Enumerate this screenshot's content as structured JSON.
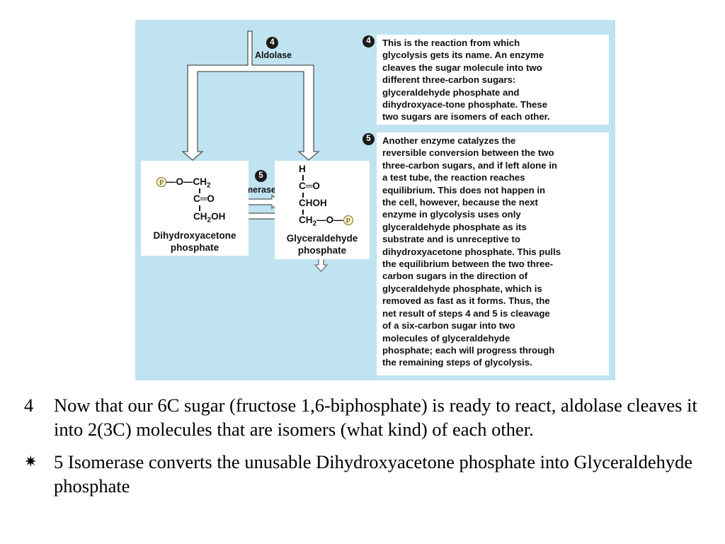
{
  "figure": {
    "step4_number": "4",
    "step5_number": "5",
    "enzyme_aldolase": "Aldolase",
    "enzyme_isomerase": "Isomerase",
    "panel4_number": "4",
    "panel4_lines": [
      "This is the reaction from which",
      "glycolysis gets its name. An enzyme",
      "cleaves the sugar molecule into two",
      "different three-carbon sugars:",
      "glyceraldehyde phosphate and",
      "dihydroxyace-tone phosphate. These",
      "two sugars are isomers of each other."
    ],
    "panel5_number": "5",
    "panel5_lines": [
      "Another enzyme catalyzes the",
      "reversible conversion between the two",
      "three-carbon sugars, and if left alone in",
      "a test tube, the reaction reaches",
      "equilibrium. This does not happen in",
      "the cell, however, because the next",
      "enzyme in glycolysis uses only",
      "glyceraldehyde phosphate as its",
      "substrate and is unreceptive to",
      "dihydroxyacetone phosphate. This pulls",
      "the equilibrium between the two three-",
      "carbon sugars in the direction of",
      "glyceraldehyde phosphate, which is",
      "removed as fast as it forms. Thus, the",
      "net result of steps 4 and 5 is cleavage",
      "of a six-carbon sugar into two",
      "molecules of glyceraldehyde",
      "phosphate; each will progress through",
      "the remaining steps of glycolysis."
    ],
    "dhap": {
      "p_symbol": "P",
      "row1_text": "—O—CH",
      "row1_sub": "2",
      "row2": "C═O",
      "row3_a": "CH",
      "row3_sub": "2",
      "row3_b": "OH",
      "name_line1": "Dihydroxyacetone",
      "name_line2": "phosphate"
    },
    "g3p": {
      "row1": "H",
      "row2": "C═O",
      "row3": "CHOH",
      "row4_a": "CH",
      "row4_sub": "2",
      "row4_b": "—O—",
      "p_symbol": "P",
      "name_line1": "Glyceraldehyde",
      "name_line2": "phosphate"
    }
  },
  "bullets": [
    {
      "marker": "4",
      "text": "Now that our 6C sugar (fructose 1,6-biphosphate) is ready to react, aldolase cleaves it into 2(3C) molecules that are isomers (what kind) of each other."
    },
    {
      "marker": "✷",
      "text": "5 Isomerase converts the unusable Dihydroxyacetone phosphate into Glyceraldehyde phosphate"
    }
  ]
}
